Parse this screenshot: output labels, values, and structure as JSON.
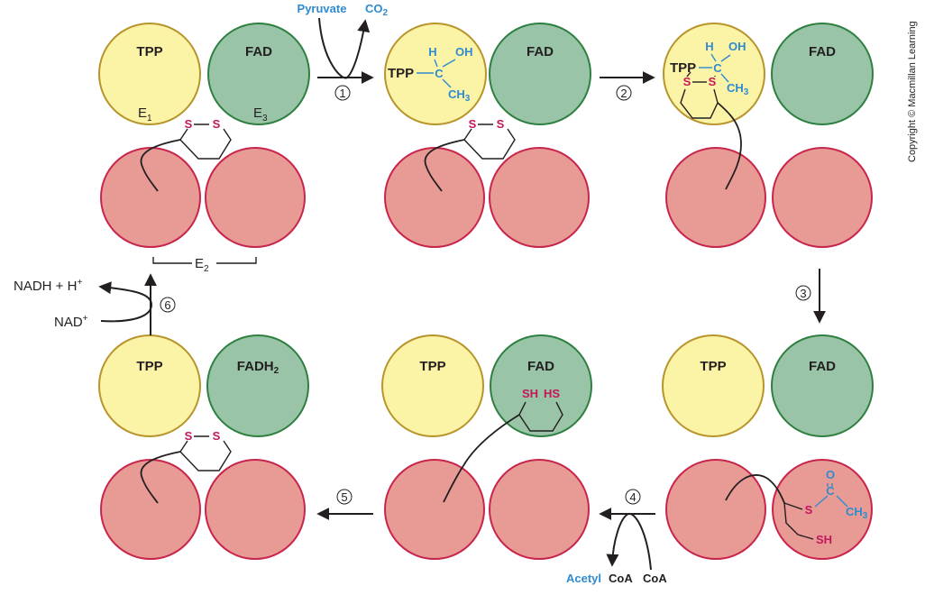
{
  "labels": {
    "tpp": "TPP",
    "fad": "FAD",
    "fadh2": "FADH",
    "fadh2_sub": "2",
    "e1": "E",
    "e1_sub": "1",
    "e2": "E",
    "e2_sub": "2",
    "e3": "E",
    "e3_sub": "3",
    "pyruvate": "Pyruvate",
    "co2": "CO",
    "co2_sub": "2",
    "acetyl": "Acetyl",
    "coa": "CoA",
    "coa2": "CoA",
    "nadh": "NADH + H",
    "nadh_sup": "+",
    "nad": "NAD",
    "nad_sup": "+",
    "h": "H",
    "oh": "OH",
    "c": "C",
    "ch3": "CH",
    "ch3_sub": "3",
    "s": "S",
    "sh": "SH",
    "hs": "HS",
    "o": "O",
    "copyright": "Copyright © Macmillan Learning"
  },
  "steps": [
    "1",
    "2",
    "3",
    "4",
    "5",
    "6"
  ],
  "colors": {
    "e1_fill": "#fbf3a6",
    "e1_stroke": "#b8952c",
    "e3_fill": "#9ac4a8",
    "e3_stroke": "#2e8040",
    "e2_fill": "#e89a94",
    "e2_stroke": "#c8254c",
    "accent_blue": "#2e8bd0",
    "accent_magenta": "#c2185b"
  }
}
